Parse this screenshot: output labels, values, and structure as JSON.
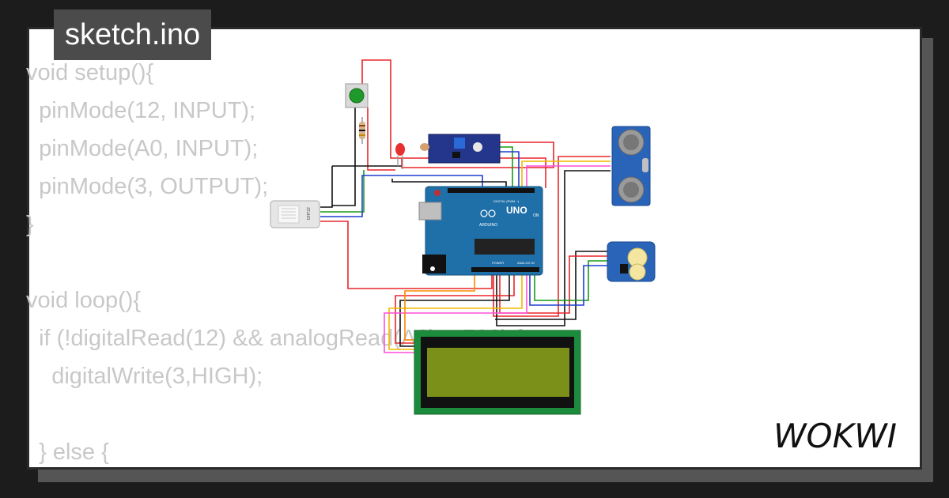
{
  "file_tab": {
    "label": "sketch.ino"
  },
  "code_lines": [
    "void setup(){",
    "  pinMode(12, INPUT);",
    "  pinMode(A0, INPUT);",
    "  pinMode(3, OUTPUT);",
    "}",
    "",
    "void loop(){",
    "  if (!digitalRead(12) && analogRead(A0) > 500) {",
    "    digitalWrite(3,HIGH);",
    "",
    "  } else {"
  ],
  "arduino": {
    "brand": "UNO",
    "name": "ARDUINO",
    "digital_label": "DIGITAL (PWM ~)",
    "power_label": "POWER",
    "analog_label": "ANALOG IN",
    "on_label": "ON"
  },
  "dht_sensor": {
    "label": "DHT22"
  },
  "logo": {
    "text": "WOKWI"
  },
  "colors": {
    "wire_red": "#e8262b",
    "wire_black": "#111111",
    "wire_blue": "#1f3fd0",
    "wire_green": "#1a9a1a",
    "wire_yellow": "#f2b800",
    "wire_orange": "#ff8a00",
    "wire_pink": "#ff4fd8",
    "board_blue": "#1f6fa8",
    "lcd_green": "#1c8c3c",
    "lcd_screen": "#7a9018",
    "module_blue": "#24358c"
  }
}
